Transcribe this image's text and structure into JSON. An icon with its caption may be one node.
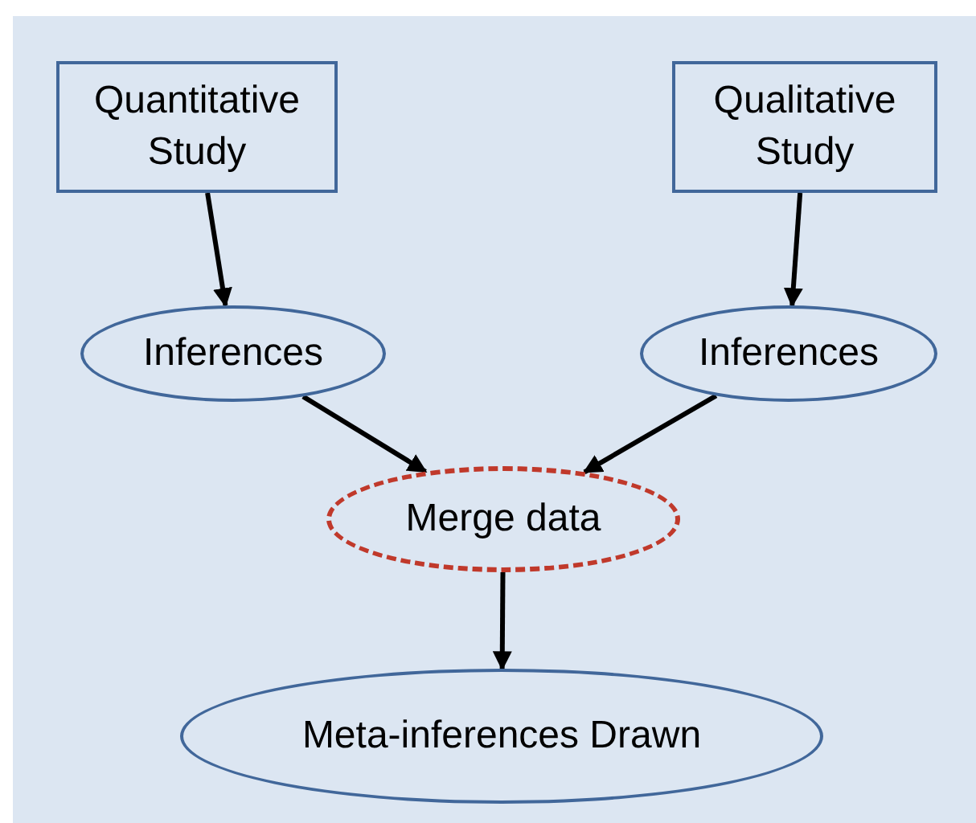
{
  "diagram": {
    "nodes": [
      {
        "text": [
          "Quantitative Study"
        ]
      },
      {
        "text": [
          "Qualitative Study"
        ]
      },
      {
        "text": [
          "Inferences"
        ]
      },
      {
        "text": [
          "Inferences"
        ]
      },
      {
        "text": [
          "Merge data"
        ]
      },
      {
        "text": [
          "Meta-inferences Drawn"
        ]
      }
    ],
    "edges": [
      {
        "from": 0,
        "to": 2,
        "arrow": "to"
      },
      {
        "from": 1,
        "to": 3,
        "arrow": "to"
      },
      {
        "from": 2,
        "to": 4,
        "arrow": "to"
      },
      {
        "from": 3,
        "to": 4,
        "arrow": "to"
      },
      {
        "from": 4,
        "to": 5,
        "arrow": "to"
      }
    ]
  }
}
